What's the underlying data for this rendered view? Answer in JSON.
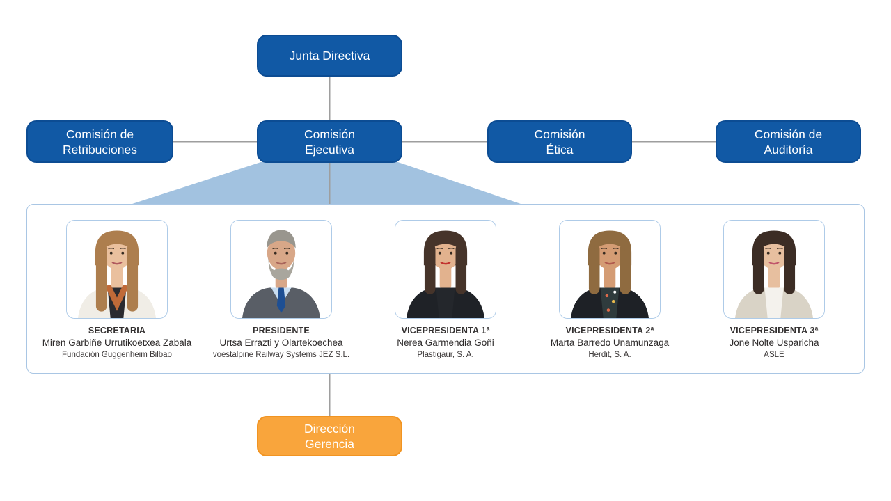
{
  "colors": {
    "node_blue": "#1159A5",
    "node_blue_border": "#0C4C93",
    "node_orange": "#F9A53C",
    "node_orange_border": "#F19422",
    "funnel_blue": "#A2C2E0",
    "connector_gray": "#9E9E9E",
    "panel_border": "#A9C6E4",
    "photo_border": "#AECBE8"
  },
  "nodes": {
    "junta": {
      "label": "Junta Directiva"
    },
    "retribuciones": {
      "label": "Comisión de\nRetribuciones"
    },
    "ejecutiva": {
      "label": "Comisión\nEjecutiva"
    },
    "etica": {
      "label": "Comisión\nÉtica"
    },
    "auditoria": {
      "label": "Comisión de\nAuditoría"
    },
    "direccion": {
      "label": "Dirección\nGerencia"
    }
  },
  "people": [
    {
      "role": "SECRETARIA",
      "name": "Miren Garbiñe Urrutikoetxea Zabala",
      "company": "Fundación Guggenheim Bilbao",
      "photo": "woman-long-light-brown-hair-white-jacket-patterned-scarf",
      "avatar": {
        "variant": "long",
        "hair": "#AD7E4E",
        "skin": "#EAC09E",
        "jacket": "#F0EDE6",
        "top": "#2B2B30",
        "accent": "#C06A38",
        "scarf": true,
        "lips": "#B05A5E"
      }
    },
    {
      "role": "PRESIDENTE",
      "name": "Urtsa Errazti y Olartekoechea",
      "company": "voestalpine Railway Systems JEZ S.L.",
      "photo": "man-gray-hair-beard-gray-suit-blue-tie",
      "avatar": {
        "variant": "male",
        "hair": "#99968E",
        "beard": "#A9A69D",
        "skin": "#D8A788",
        "jacket": "#595E66",
        "shirt": "#C9DDF0",
        "accent": "#1E4F93"
      }
    },
    {
      "role": "VICEPRESIDENTA 1ª",
      "name": "Nerea Garmendia Goñi",
      "company": "Plastigaur, S. A.",
      "photo": "woman-dark-wavy-bob-black-blazer-red-lipstick",
      "avatar": {
        "variant": "shoulder",
        "hair": "#46342A",
        "skin": "#E2B28E",
        "jacket": "#1F2227",
        "top": "#24272C",
        "lips": "#C2342F"
      }
    },
    {
      "role": "VICEPRESIDENTA 2ª",
      "name": "Marta Barredo Unamunzaga",
      "company": "Herdit, S. A.",
      "photo": "woman-shoulder-length-highlighted-hair-black-blazer-floral-top",
      "avatar": {
        "variant": "shoulder",
        "hair": "#8F6B40",
        "skin": "#D49C74",
        "jacket": "#1E2126",
        "top": "#2F3B3D",
        "accent": "#DD6A4A",
        "dots": true,
        "lips": "#B05A4E"
      }
    },
    {
      "role": "VICEPRESIDENTA 3ª",
      "name": "Jone Nolte Usparicha",
      "company": "ASLE",
      "photo": "woman-dark-shoulder-length-hair-beige-cardigan-white-top",
      "avatar": {
        "variant": "shoulder",
        "hair": "#3C2D25",
        "skin": "#E7BF9F",
        "jacket": "#D9D3C6",
        "top": "#F4F2ED",
        "lips": "#C0566B"
      }
    }
  ]
}
